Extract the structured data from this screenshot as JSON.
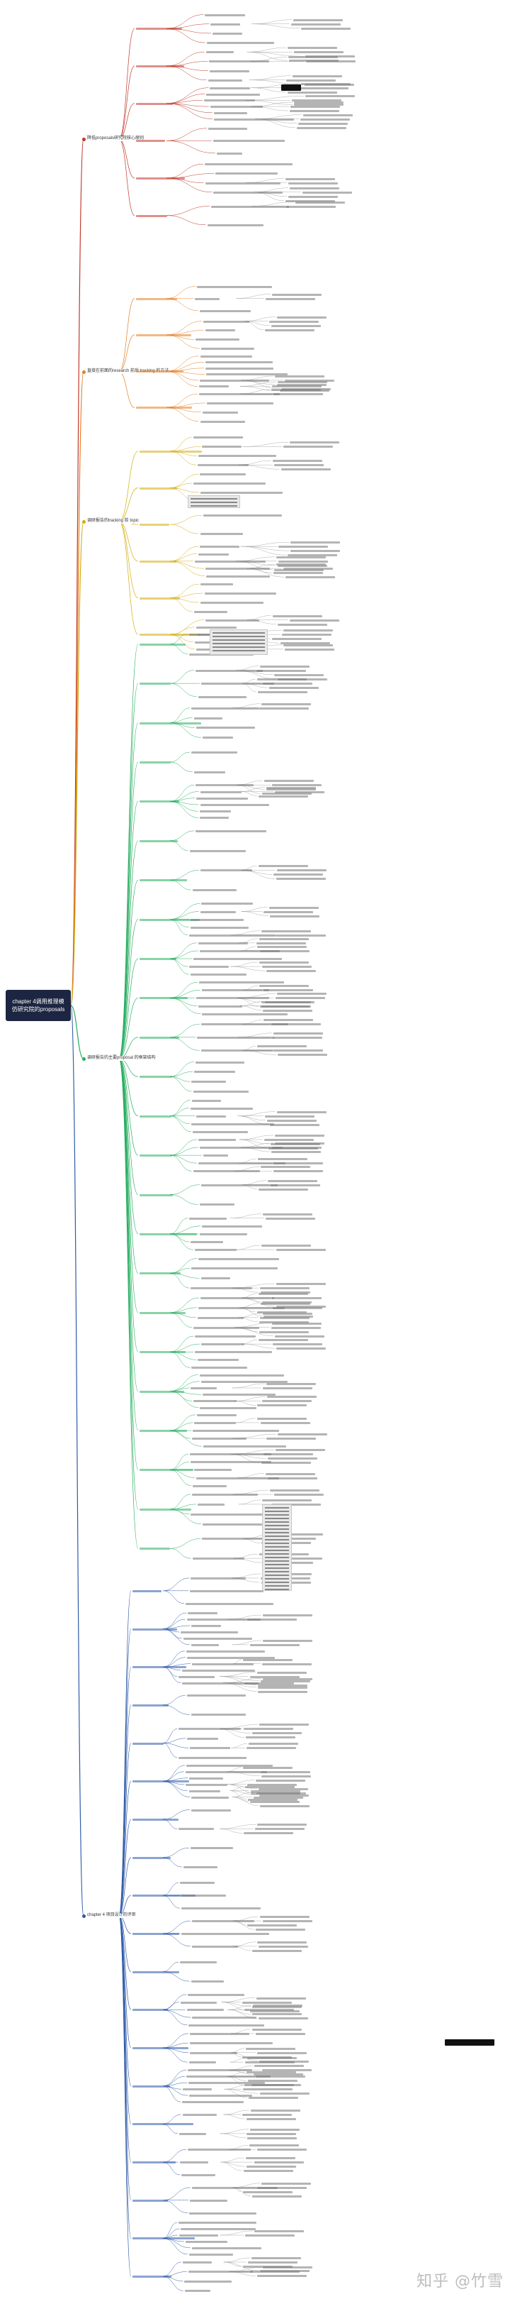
{
  "root": {
    "title_line1": "chapter 4调用推理模",
    "title_line2": "仿研究院的proposals"
  },
  "branches": [
    {
      "label": "降低proposals研究院核心原则",
      "color": "#c0392b"
    },
    {
      "label": "直接在前面的research 前后 tracking 的方法",
      "color": "#e67e22"
    },
    {
      "label": "调研报告的tracking 前 topic",
      "color": "#d4ac0d"
    },
    {
      "label": "调研报告的主要proposal 的框架结构",
      "color": "#27ae60"
    },
    {
      "label": "chapter 4 项目设计的评审",
      "color": "#2e5aa7"
    }
  ],
  "watermark": "知乎 @竹雪",
  "colors": {
    "root_bg": "#1c2541",
    "leaf": "#777777"
  }
}
